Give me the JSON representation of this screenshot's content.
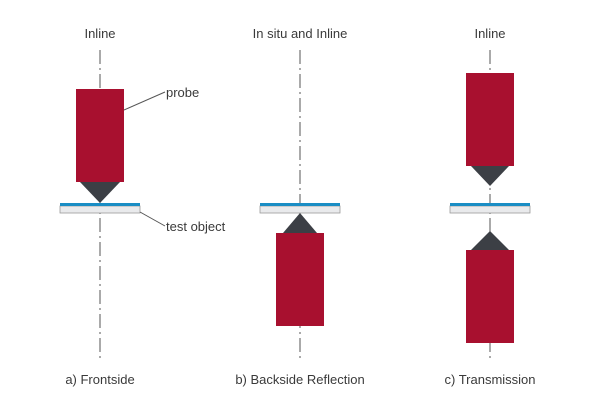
{
  "panels": [
    {
      "mode": "Inline",
      "caption": "a) Frontside"
    },
    {
      "mode": "In situ and Inline",
      "caption": "b) Backside Reflection"
    },
    {
      "mode": "Inline",
      "caption": "c) Transmission"
    }
  ],
  "callouts": {
    "probe": "probe",
    "test_object": "test object"
  },
  "colors": {
    "probe_body": "#a8102f",
    "probe_tip": "#3c3f45",
    "object_top": "#1a8dc4",
    "object_body": "#e9eaec",
    "axis": "#555555",
    "text": "#3a3a3a"
  }
}
